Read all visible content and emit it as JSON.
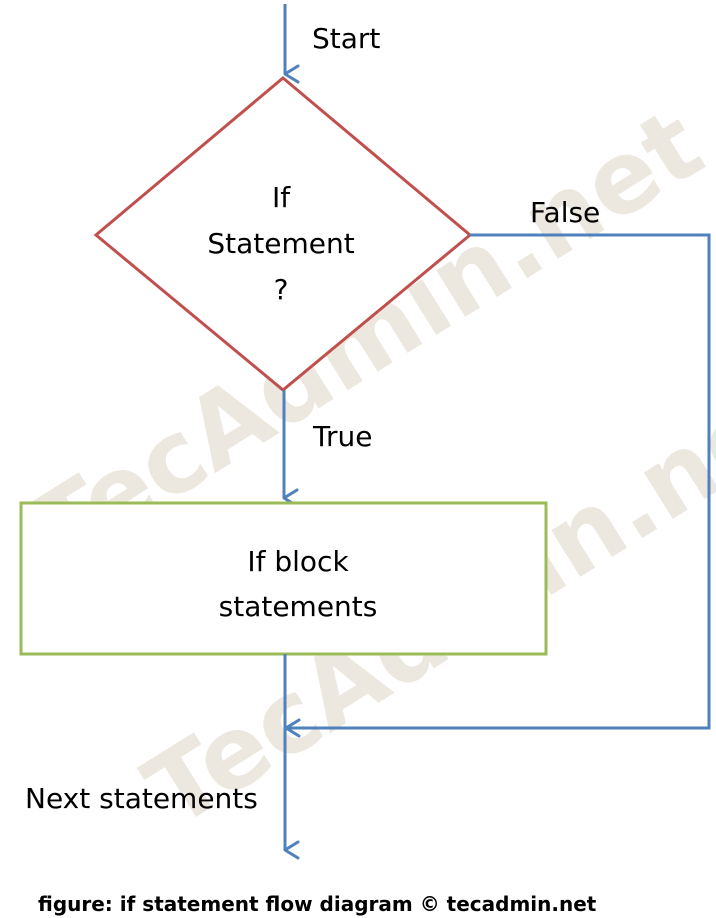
{
  "diagram": {
    "start_label": "Start",
    "decision": {
      "line1": "If",
      "line2": "Statement",
      "line3": "?"
    },
    "false_label": "False",
    "true_label": "True",
    "process": {
      "line1": "If block",
      "line2": "statements"
    },
    "next_label": "Next statements",
    "watermark": "TecAdmin.net",
    "caption": "figure: if statement flow diagram © tecadmin.net"
  },
  "colors": {
    "arrow": "#4f81bd",
    "decision_border": "#c0504d",
    "process_border": "#9bbb59",
    "watermark": "#e9e4d9"
  }
}
